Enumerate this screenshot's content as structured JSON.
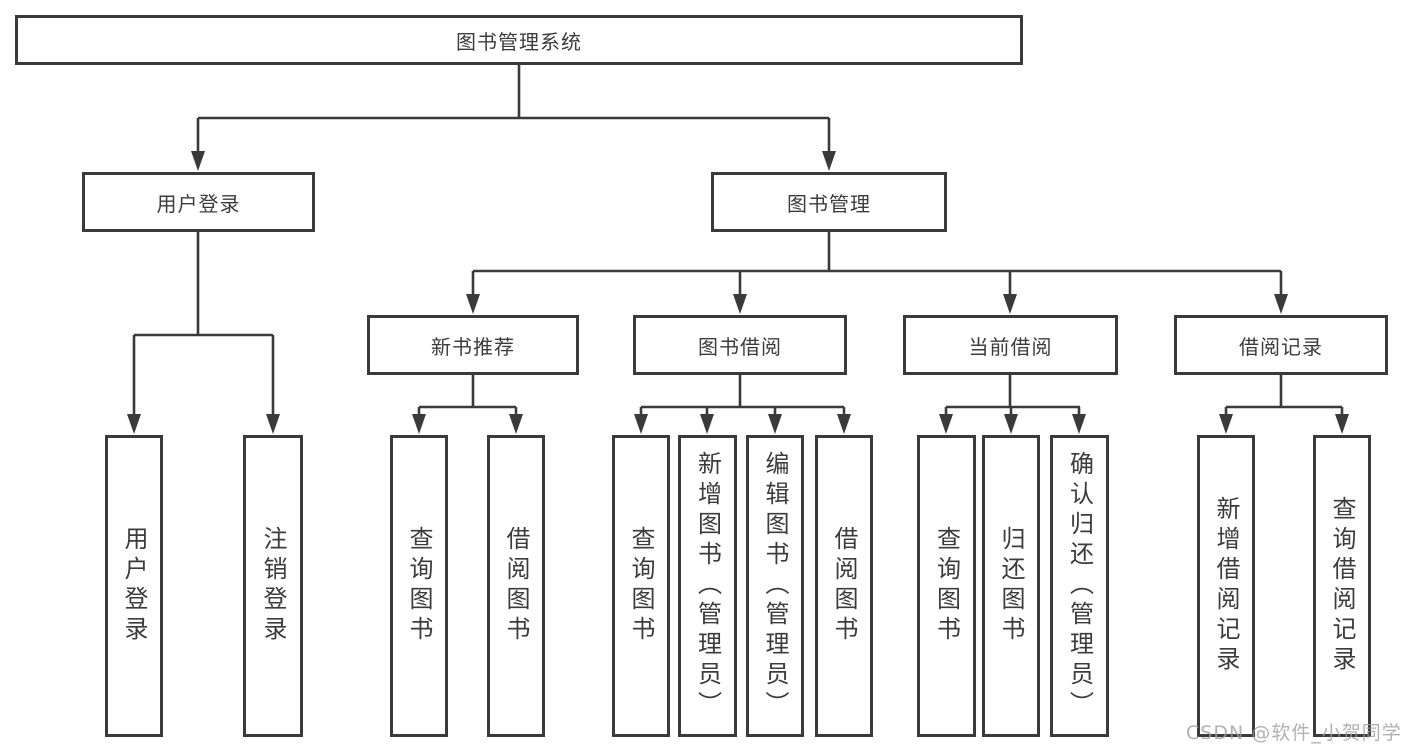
{
  "diagram": {
    "root": {
      "label": "图书管理系统"
    },
    "branches": [
      {
        "label": "用户登录",
        "children": [
          {
            "label": "用户登录"
          },
          {
            "label": "注销登录"
          }
        ]
      },
      {
        "label": "图书管理",
        "children": [
          {
            "label": "新书推荐",
            "children": [
              {
                "label": "查询图书"
              },
              {
                "label": "借阅图书"
              }
            ]
          },
          {
            "label": "图书借阅",
            "children": [
              {
                "label": "查询图书"
              },
              {
                "label": "新增图书（管理员）"
              },
              {
                "label": "编辑图书（管理员）"
              },
              {
                "label": "借阅图书"
              }
            ]
          },
          {
            "label": "当前借阅",
            "children": [
              {
                "label": "查询图书"
              },
              {
                "label": "归还图书"
              },
              {
                "label": "确认归还（管理员）"
              }
            ]
          },
          {
            "label": "借阅记录",
            "children": [
              {
                "label": "新增借阅记录"
              },
              {
                "label": "查询借阅记录"
              }
            ]
          }
        ]
      }
    ]
  },
  "watermark": {
    "text": "CSDN @软件_小贺同学"
  },
  "colors": {
    "line": "#3a3a3a",
    "text": "#3c3c3c",
    "background": "#ffffff",
    "watermark": "#9e9e9e"
  }
}
